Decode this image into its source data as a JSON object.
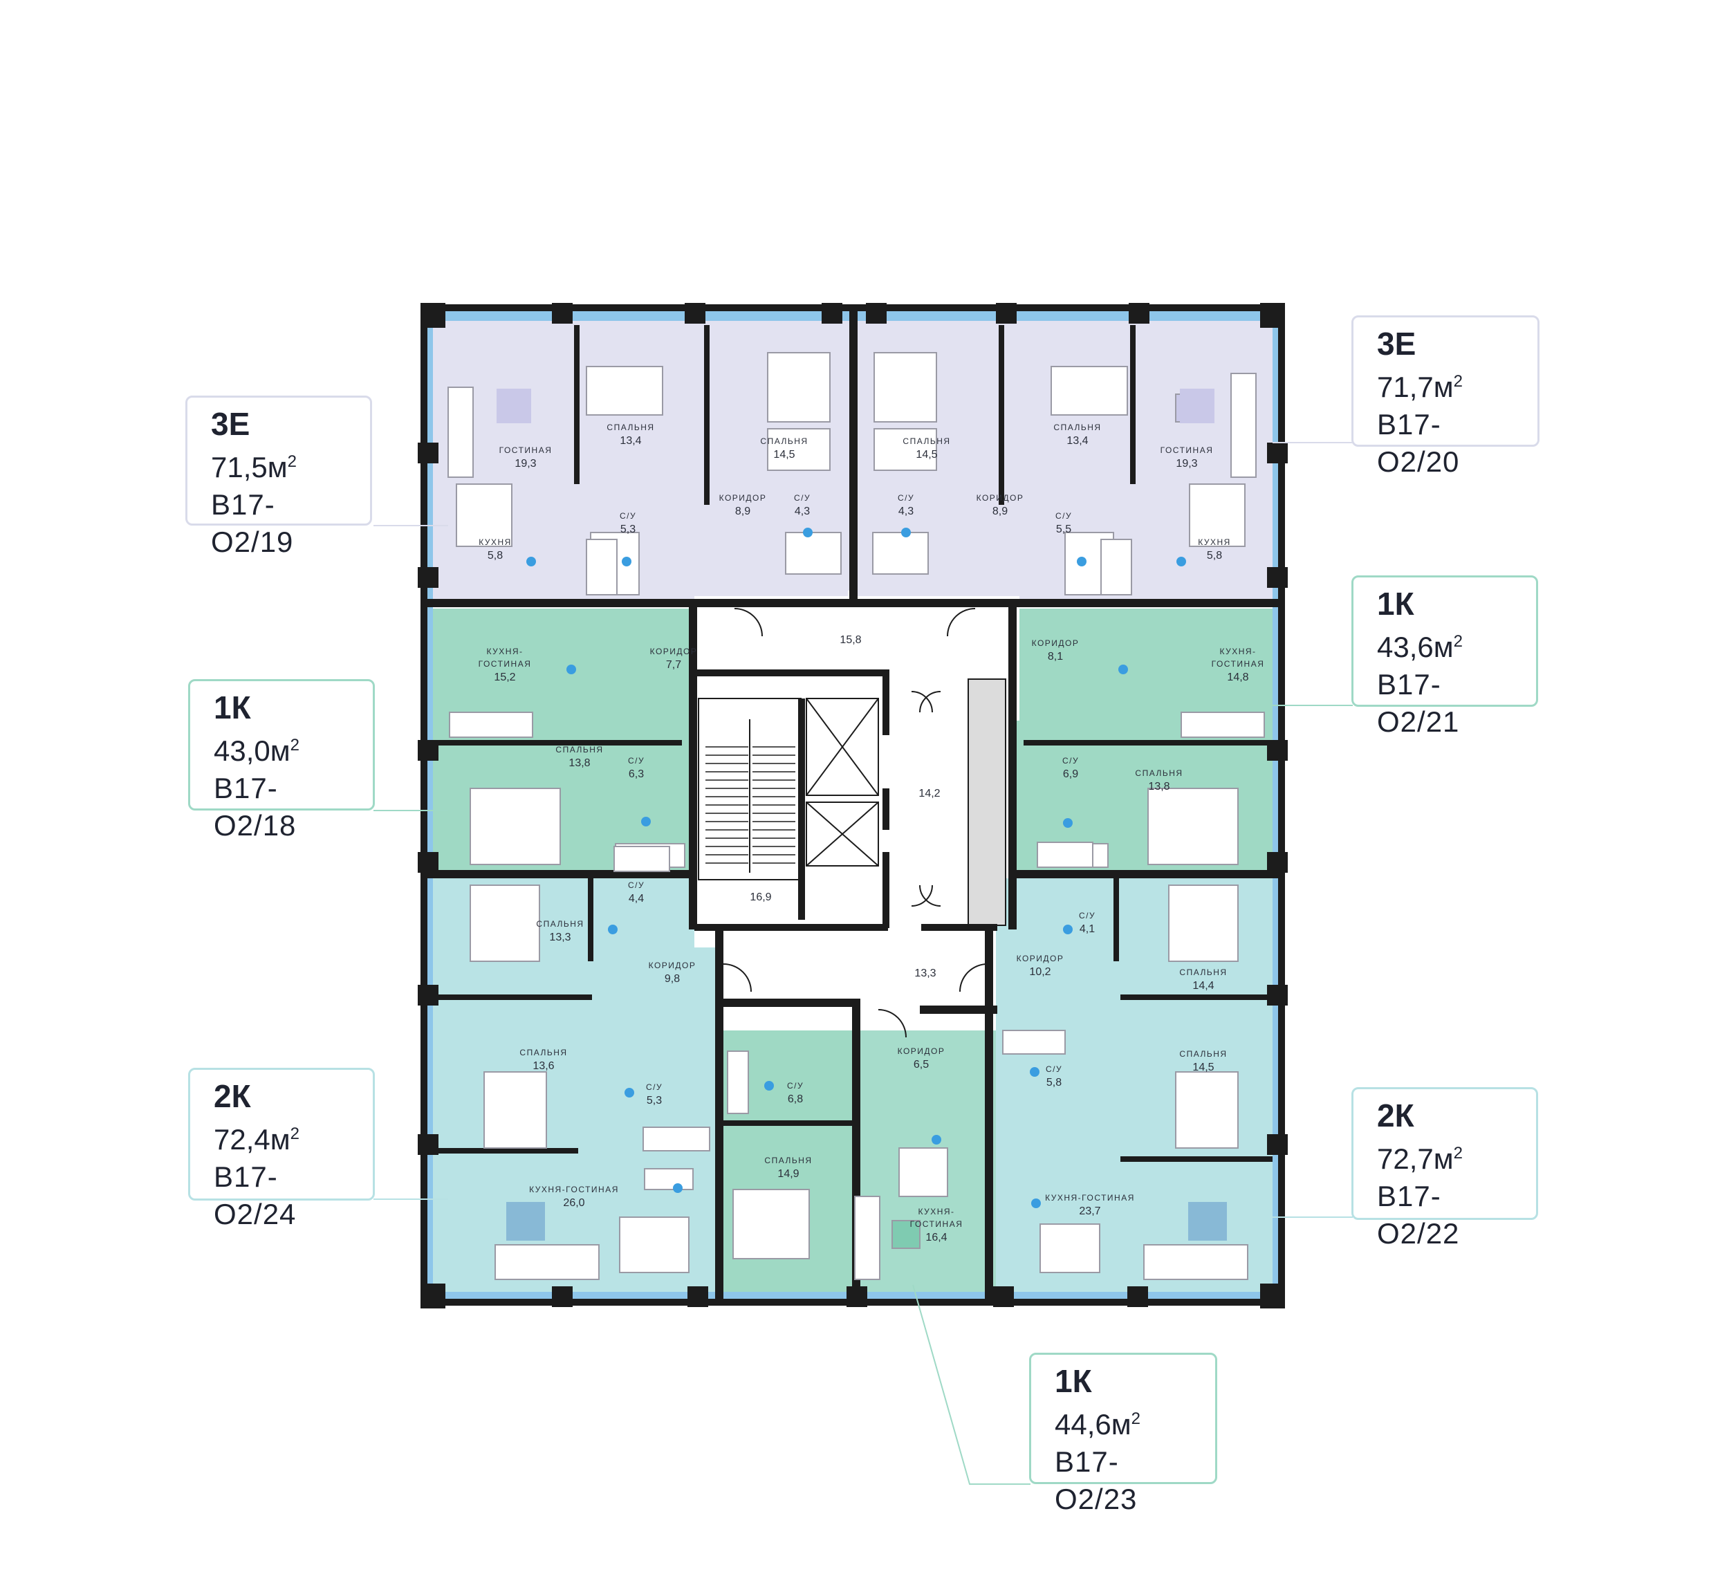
{
  "colors": {
    "purple_zone": "#e2e2f1",
    "green_zone": "#9fd9c4",
    "light_teal_zone": "#b9e3e5",
    "corridor": "#ffffff",
    "wall": "#1c1c1c",
    "window": "#8ec6ea",
    "callout_purple": "#d9dbea",
    "callout_green": "#9fd9c6",
    "callout_teal": "#b7e1e4",
    "accent_drop": "#3a9de0"
  },
  "apartments": [
    {
      "id": "a19",
      "type": "3Е",
      "area": "71,5м",
      "code": "В17-О2/19"
    },
    {
      "id": "a20",
      "type": "3Е",
      "area": "71,7м",
      "code": "В17-О2/20"
    },
    {
      "id": "a18",
      "type": "1К",
      "area": "43,0м",
      "code": "В17-О2/18"
    },
    {
      "id": "a21",
      "type": "1К",
      "area": "43,6м",
      "code": "В17-О2/21"
    },
    {
      "id": "a24",
      "type": "2К",
      "area": "72,4м",
      "code": "В17-О2/24"
    },
    {
      "id": "a22",
      "type": "2К",
      "area": "72,7м",
      "code": "В17-О2/22"
    },
    {
      "id": "a23",
      "type": "1К",
      "area": "44,6м",
      "code": "В17-О2/23"
    }
  ],
  "area_unit_power": "2",
  "rooms": [
    {
      "name": "ГОСТИНАЯ",
      "area": "19,3"
    },
    {
      "name": "СПАЛЬНЯ",
      "area": "13,4"
    },
    {
      "name": "СПАЛЬНЯ",
      "area": "14,5"
    },
    {
      "name": "КОРИДОР",
      "area": "8,9"
    },
    {
      "name": "С/У",
      "area": "4,3"
    },
    {
      "name": "С/У",
      "area": "5,3"
    },
    {
      "name": "КУХНЯ",
      "area": "5,8"
    },
    {
      "name": "СПАЛЬНЯ",
      "area": "14,5"
    },
    {
      "name": "С/У",
      "area": "4,3"
    },
    {
      "name": "КОРИДОР",
      "area": "8,9"
    },
    {
      "name": "СПАЛЬНЯ",
      "area": "13,4"
    },
    {
      "name": "ГОСТИНАЯ",
      "area": "19,3"
    },
    {
      "name": "С/У",
      "area": "5,5"
    },
    {
      "name": "КУХНЯ",
      "area": "5,8"
    },
    {
      "name": "КУХНЯ-",
      "area": ""
    },
    {
      "name": "ГОСТИНАЯ",
      "area": "15,2"
    },
    {
      "name": "КОРИДОР",
      "area": "7,7"
    },
    {
      "name": "СПАЛЬНЯ",
      "area": "13,8"
    },
    {
      "name": "С/У",
      "area": "6,3"
    },
    {
      "name": "КОРИДОР",
      "area": "8,1"
    },
    {
      "name": "КУХНЯ-",
      "area": ""
    },
    {
      "name": "ГОСТИНАЯ",
      "area": "14,8"
    },
    {
      "name": "С/У",
      "area": "6,9"
    },
    {
      "name": "СПАЛЬНЯ",
      "area": "13,8"
    },
    {
      "name": "С/У",
      "area": "4,4"
    },
    {
      "name": "СПАЛЬНЯ",
      "area": "13,3"
    },
    {
      "name": "КОРИДОР",
      "area": "9,8"
    },
    {
      "name": "СПАЛЬНЯ",
      "area": "13,6"
    },
    {
      "name": "С/У",
      "area": "5,3"
    },
    {
      "name": "КУХНЯ-ГОСТИНАЯ",
      "area": "26,0"
    },
    {
      "name": "С/У",
      "area": "6,8"
    },
    {
      "name": "КОРИДОР",
      "area": "6,5"
    },
    {
      "name": "СПАЛЬНЯ",
      "area": "14,9"
    },
    {
      "name": "КУХНЯ-",
      "area": ""
    },
    {
      "name": "ГОСТИНАЯ",
      "area": "16,4"
    },
    {
      "name": "С/У",
      "area": "4,1"
    },
    {
      "name": "КОРИДОР",
      "area": "10,2"
    },
    {
      "name": "СПАЛЬНЯ",
      "area": "14,4"
    },
    {
      "name": "С/У",
      "area": "5,8"
    },
    {
      "name": "СПАЛЬНЯ",
      "area": "14,5"
    },
    {
      "name": "КУХНЯ-ГОСТИНАЯ",
      "area": "23,7"
    }
  ],
  "common_areas": [
    "15,8",
    "14,2",
    "16,9",
    "13,3"
  ]
}
